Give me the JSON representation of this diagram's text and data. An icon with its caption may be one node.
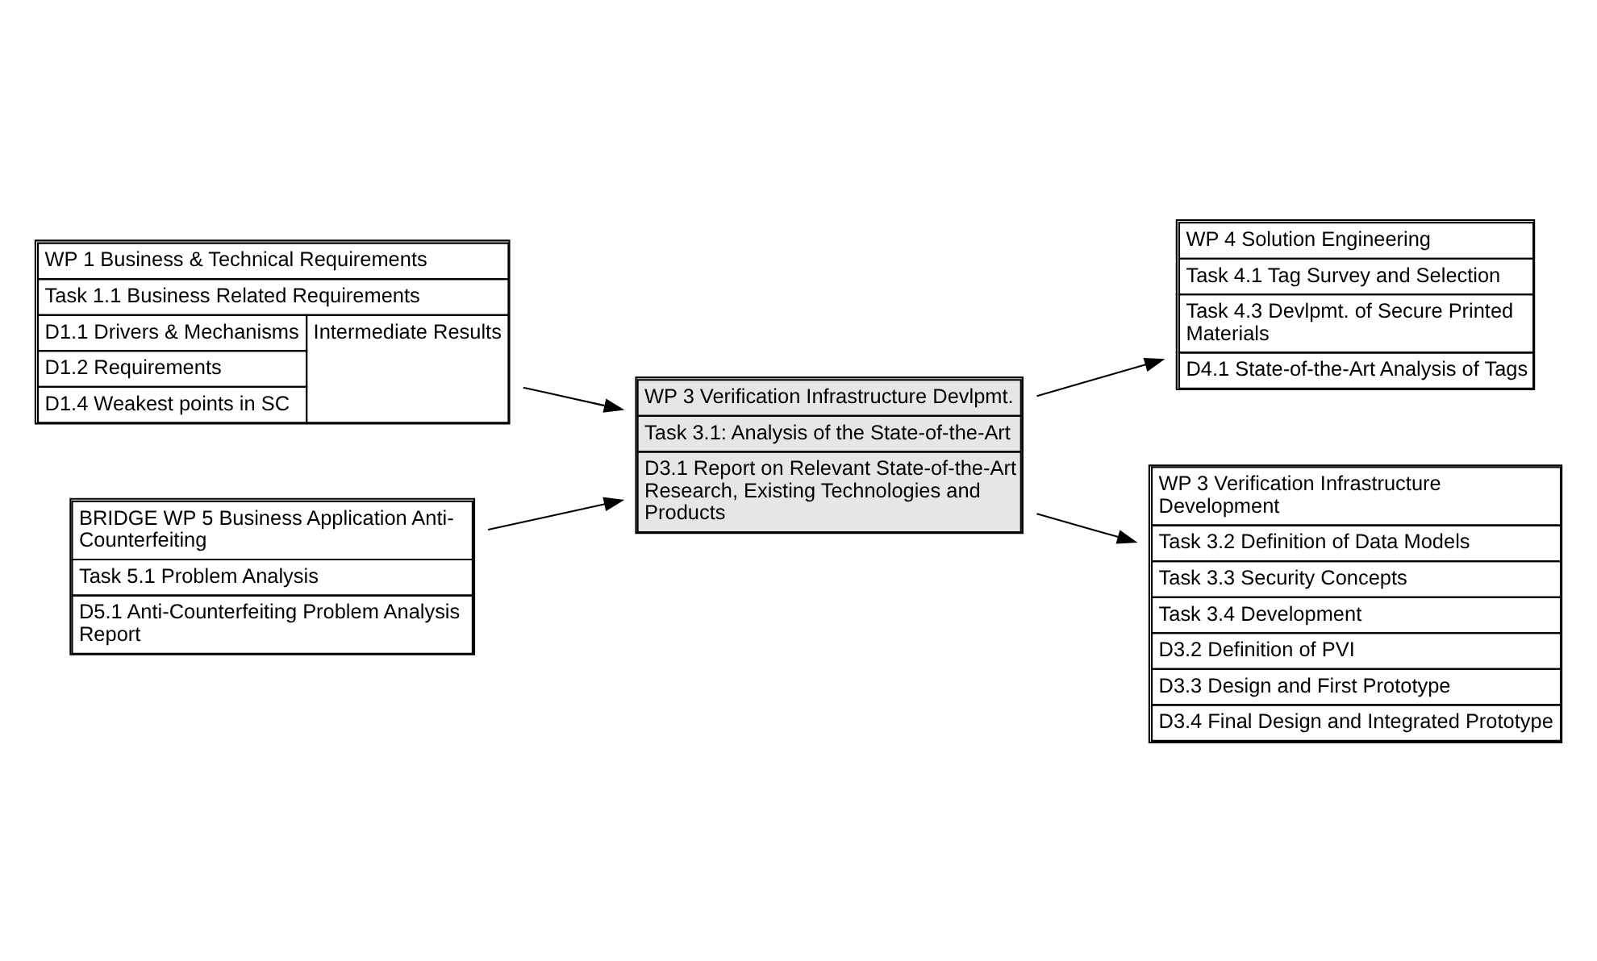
{
  "diagram": {
    "nodes": [
      {
        "text": [
          "WP 1 Business & Technical Requirements",
          "Task 1.1 Business Related Requirements",
          "D1.1 Drivers & Mechanisms",
          "D1.2 Requirements",
          "D1.4 Weakest points in SC",
          "Intermediate Results"
        ]
      },
      {
        "text": [
          "WP 4 Solution Engineering",
          "Task 4.1 Tag Survey and Selection",
          "Task 4.3 Devlpmt. of Secure Printed Materials",
          "D4.1 State-of-the-Art Analysis of Tags"
        ]
      },
      {
        "text": [
          "BRIDGE WP 5 Business Application Anti-Counterfeiting",
          "Task 5.1 Problem Analysis",
          "D5.1 Anti-Counterfeiting Problem Analysis Report"
        ]
      },
      {
        "text": [
          "WP 3 Verification Infrastructure Devlpmt.",
          "Task 3.1: Analysis of the State-of-the-Art",
          "D3.1 Report on Relevant State-of-the-Art Research, Existing Technologies and Products"
        ]
      },
      {
        "text": [
          "WP 3 Verification Infrastructure Development",
          "Task 3.2 Definition of Data Models",
          "Task 3.3 Security Concepts",
          "Task 3.4 Development",
          "D3.2 Definition of PVI",
          "D3.3 Design and First Prototype",
          "D3.4 Final Design and Integrated Prototype"
        ]
      }
    ],
    "edges": [
      {
        "from": 0,
        "to": 3,
        "arrow": "to"
      },
      {
        "from": 2,
        "to": 3,
        "arrow": "to"
      },
      {
        "from": 3,
        "to": 1,
        "arrow": "to"
      },
      {
        "from": 3,
        "to": 4,
        "arrow": "to"
      }
    ]
  }
}
